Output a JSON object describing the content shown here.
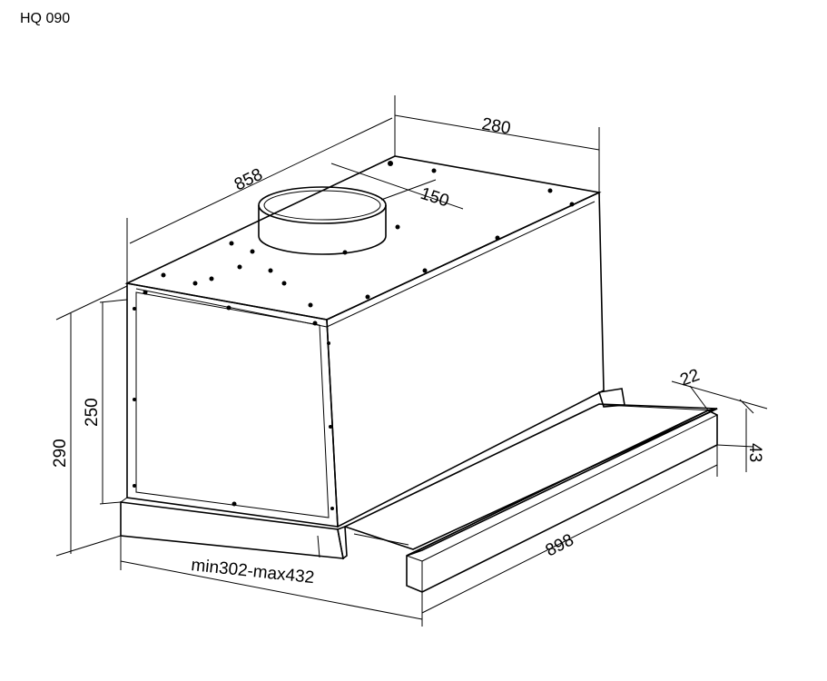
{
  "title": "HQ 090",
  "dimensions": {
    "width_top": "858",
    "depth": "280",
    "duct_diameter": "150",
    "height_total": "290",
    "height_body": "250",
    "visor_depth": "22",
    "visor_height": "43",
    "visor_width": "898",
    "extension_range": "min302-max432"
  }
}
